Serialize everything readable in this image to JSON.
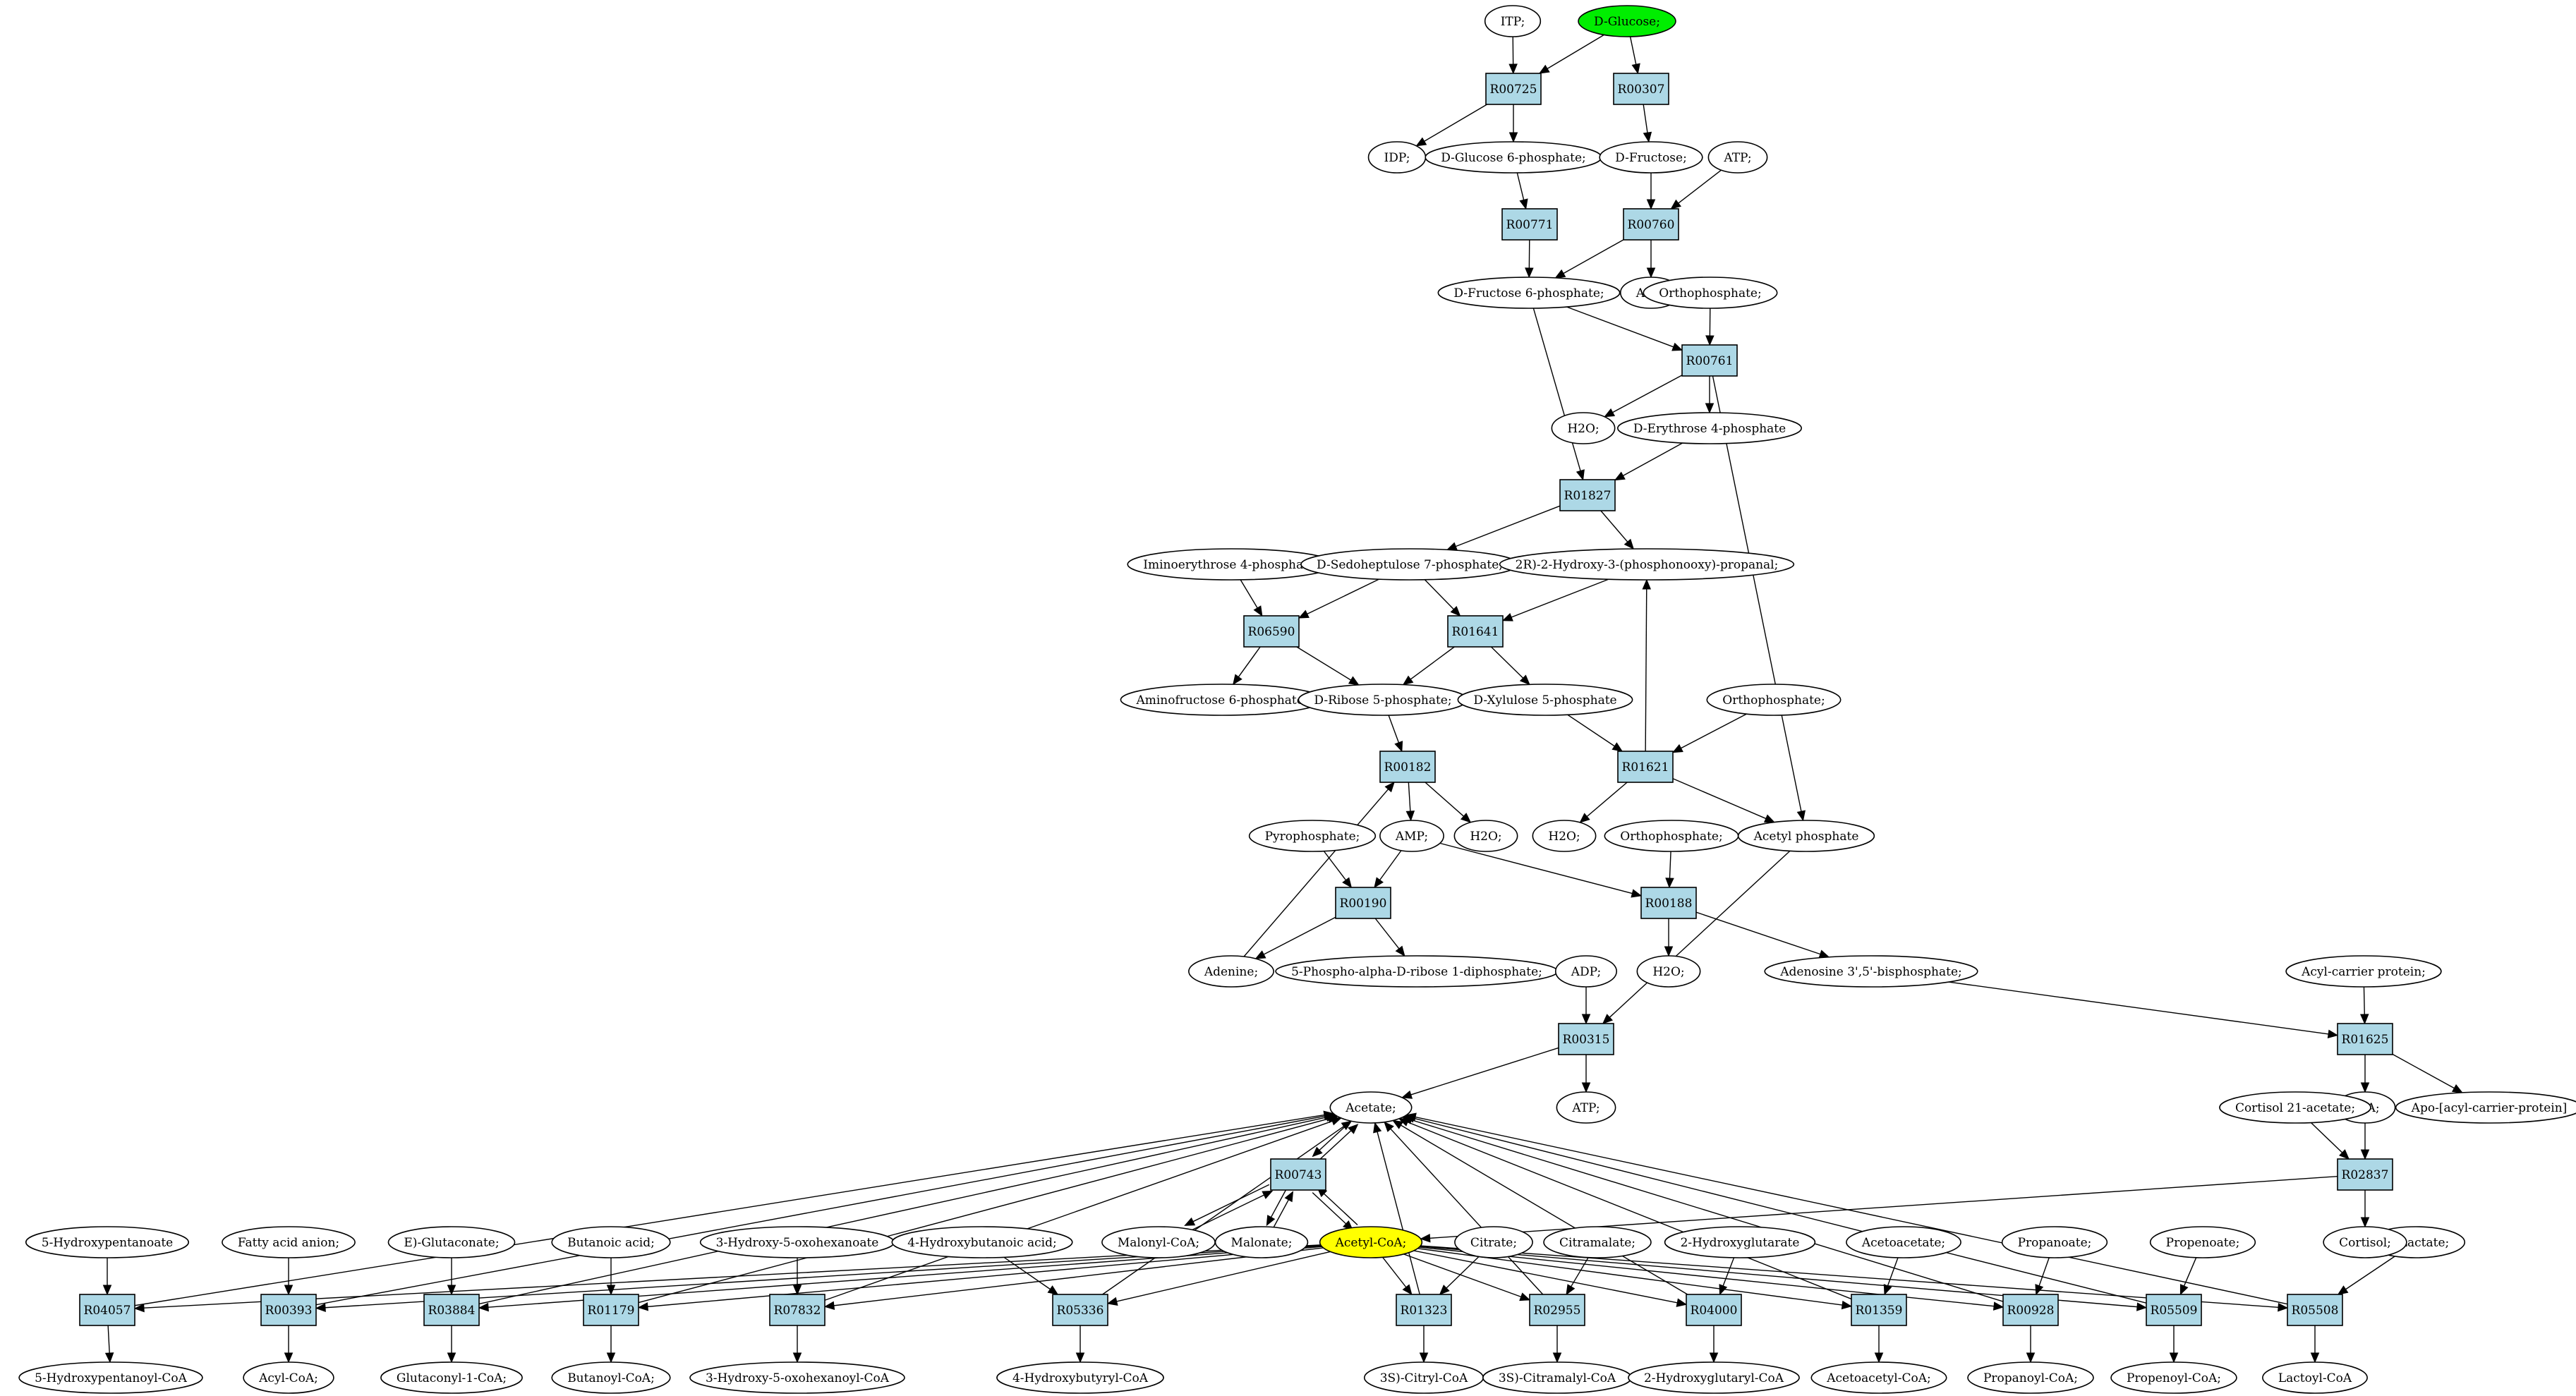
{
  "theme": {
    "reaction_fill": "#add8e6",
    "compound_fill": "#ffffff",
    "highlight_green": "#00ee00",
    "highlight_yellow": "#ffff00"
  },
  "reactions": [
    {
      "id": "R00725",
      "label": "R00725"
    },
    {
      "id": "R00307",
      "label": "R00307"
    },
    {
      "id": "R00771",
      "label": "R00771"
    },
    {
      "id": "R00760",
      "label": "R00760"
    },
    {
      "id": "R00761",
      "label": "R00761"
    },
    {
      "id": "R01827",
      "label": "R01827"
    },
    {
      "id": "R06590",
      "label": "R06590"
    },
    {
      "id": "R01641",
      "label": "R01641"
    },
    {
      "id": "R00182",
      "label": "R00182"
    },
    {
      "id": "R01621",
      "label": "R01621"
    },
    {
      "id": "R00190",
      "label": "R00190"
    },
    {
      "id": "R00188",
      "label": "R00188"
    },
    {
      "id": "R00315",
      "label": "R00315"
    },
    {
      "id": "R01625",
      "label": "R01625"
    },
    {
      "id": "R00743",
      "label": "R00743"
    },
    {
      "id": "R02837",
      "label": "R02837"
    },
    {
      "id": "R04057",
      "label": "R04057"
    },
    {
      "id": "R00393",
      "label": "R00393"
    },
    {
      "id": "R03884",
      "label": "R03884"
    },
    {
      "id": "R01179",
      "label": "R01179"
    },
    {
      "id": "R07832",
      "label": "R07832"
    },
    {
      "id": "R05336",
      "label": "R05336"
    },
    {
      "id": "R01323",
      "label": "R01323"
    },
    {
      "id": "R02955",
      "label": "R02955"
    },
    {
      "id": "R04000",
      "label": "R04000"
    },
    {
      "id": "R01359",
      "label": "R01359"
    },
    {
      "id": "R00928",
      "label": "R00928"
    },
    {
      "id": "R05509",
      "label": "R05509"
    },
    {
      "id": "R05508",
      "label": "R05508"
    }
  ],
  "compounds": [
    {
      "id": "itp",
      "label": "ITP;"
    },
    {
      "id": "glucose",
      "label": "D-Glucose;",
      "highlight": "green"
    },
    {
      "id": "idp",
      "label": "IDP;"
    },
    {
      "id": "g6p",
      "label": "D-Glucose 6-phosphate;"
    },
    {
      "id": "fructose",
      "label": "D-Fructose;"
    },
    {
      "id": "atp1",
      "label": "ATP;"
    },
    {
      "id": "f6p",
      "label": "D-Fructose 6-phosphate;"
    },
    {
      "id": "adp1",
      "label": "ADP;"
    },
    {
      "id": "ortho1",
      "label": "Orthophosphate;"
    },
    {
      "id": "h2o1",
      "label": "H2O;"
    },
    {
      "id": "e4p",
      "label": "D-Erythrose 4-phosphate"
    },
    {
      "id": "imino",
      "label": "Iminoerythrose 4-phosphate;"
    },
    {
      "id": "s7p",
      "label": "D-Sedoheptulose 7-phosphate;"
    },
    {
      "id": "hpp",
      "label": "2R)-2-Hydroxy-3-(phosphonooxy)-propanal;"
    },
    {
      "id": "aminofruc",
      "label": "Aminofructose 6-phosphate;"
    },
    {
      "id": "r5p",
      "label": "D-Ribose 5-phosphate;"
    },
    {
      "id": "x5p",
      "label": "D-Xylulose 5-phosphate"
    },
    {
      "id": "ortho2",
      "label": "Orthophosphate;"
    },
    {
      "id": "pyro",
      "label": "Pyrophosphate;"
    },
    {
      "id": "amp",
      "label": "AMP;"
    },
    {
      "id": "h2o2",
      "label": "H2O;"
    },
    {
      "id": "h2o3",
      "label": "H2O;"
    },
    {
      "id": "ortho3",
      "label": "Orthophosphate;"
    },
    {
      "id": "acetylp",
      "label": "Acetyl phosphate"
    },
    {
      "id": "adenine",
      "label": "Adenine;"
    },
    {
      "id": "prpp",
      "label": "5-Phospho-alpha-D-ribose 1-diphosphate;"
    },
    {
      "id": "adp2",
      "label": "ADP;"
    },
    {
      "id": "h2o4",
      "label": "H2O;"
    },
    {
      "id": "pap",
      "label": "Adenosine 3',5'-bisphosphate;"
    },
    {
      "id": "acp",
      "label": "Acyl-carrier protein;"
    },
    {
      "id": "acetate",
      "label": "Acetate;"
    },
    {
      "id": "atp2",
      "label": "ATP;"
    },
    {
      "id": "coa",
      "label": "CoA;"
    },
    {
      "id": "apoacp",
      "label": "Apo-[acyl-carrier-protein]"
    },
    {
      "id": "cortac",
      "label": "Cortisol 21-acetate;"
    },
    {
      "id": "hpent",
      "label": "5-Hydroxypentanoate"
    },
    {
      "id": "faa",
      "label": "Fatty acid anion;"
    },
    {
      "id": "glutac",
      "label": "E)-Glutaconate;"
    },
    {
      "id": "butac",
      "label": "Butanoic acid;"
    },
    {
      "id": "hox",
      "label": "3-Hydroxy-5-oxohexanoate"
    },
    {
      "id": "hbut",
      "label": "4-Hydroxybutanoic acid;"
    },
    {
      "id": "malcoa",
      "label": "Malonyl-CoA;"
    },
    {
      "id": "malonate",
      "label": "Malonate;"
    },
    {
      "id": "acetylcoa",
      "label": "Acetyl-CoA;",
      "highlight": "yellow"
    },
    {
      "id": "citrate",
      "label": "Citrate;"
    },
    {
      "id": "citramalate",
      "label": "Citramalate;"
    },
    {
      "id": "hglut",
      "label": "2-Hydroxyglutarate"
    },
    {
      "id": "acetoac",
      "label": "Acetoacetate;"
    },
    {
      "id": "propanoate",
      "label": "Propanoate;"
    },
    {
      "id": "propenoate",
      "label": "Propenoate;"
    },
    {
      "id": "lactate",
      "label": "S)-Lactate;"
    },
    {
      "id": "cortisol",
      "label": "Cortisol;"
    },
    {
      "id": "hpentcoa",
      "label": "5-Hydroxypentanoyl-CoA"
    },
    {
      "id": "acylcoa",
      "label": "Acyl-CoA;"
    },
    {
      "id": "glutcoa",
      "label": "Glutaconyl-1-CoA;"
    },
    {
      "id": "butcoa",
      "label": "Butanoyl-CoA;"
    },
    {
      "id": "hoxcoa",
      "label": "3-Hydroxy-5-oxohexanoyl-CoA"
    },
    {
      "id": "hbutcoa",
      "label": "4-Hydroxybutyryl-CoA"
    },
    {
      "id": "citrylcoa",
      "label": "3S)-Citryl-CoA"
    },
    {
      "id": "citramalylcoa",
      "label": "3S)-Citramalyl-CoA"
    },
    {
      "id": "hglutcoa",
      "label": "2-Hydroxyglutaryl-CoA"
    },
    {
      "id": "acetoaccoa",
      "label": "Acetoacetyl-CoA;"
    },
    {
      "id": "propcoa",
      "label": "Propanoyl-CoA;"
    },
    {
      "id": "propenoylcoa",
      "label": "Propenoyl-CoA;"
    },
    {
      "id": "lactoylcoa",
      "label": "Lactoyl-CoA"
    }
  ],
  "edges": [
    {
      "from": "itp",
      "to": "R00725"
    },
    {
      "from": "glucose",
      "to": "R00725"
    },
    {
      "from": "glucose",
      "to": "R00307"
    },
    {
      "from": "R00725",
      "to": "idp"
    },
    {
      "from": "R00725",
      "to": "g6p"
    },
    {
      "from": "R00307",
      "to": "fructose"
    },
    {
      "from": "g6p",
      "to": "R00771"
    },
    {
      "from": "fructose",
      "to": "R00760"
    },
    {
      "from": "atp1",
      "to": "R00760"
    },
    {
      "from": "R00771",
      "to": "f6p"
    },
    {
      "from": "R00760",
      "to": "f6p"
    },
    {
      "from": "R00760",
      "to": "adp1"
    },
    {
      "from": "f6p",
      "to": "R00761"
    },
    {
      "from": "ortho1",
      "to": "R00761"
    },
    {
      "from": "f6p",
      "to": "R01827"
    },
    {
      "from": "R00761",
      "to": "h2o1"
    },
    {
      "from": "R00761",
      "to": "e4p"
    },
    {
      "from": "R00761",
      "to": "acetylp"
    },
    {
      "from": "e4p",
      "to": "R01827"
    },
    {
      "from": "R01827",
      "to": "s7p"
    },
    {
      "from": "R01827",
      "to": "hpp"
    },
    {
      "from": "imino",
      "to": "R06590"
    },
    {
      "from": "s7p",
      "to": "R06590"
    },
    {
      "from": "s7p",
      "to": "R01641"
    },
    {
      "from": "hpp",
      "to": "R01641"
    },
    {
      "from": "R06590",
      "to": "aminofruc"
    },
    {
      "from": "R06590",
      "to": "r5p"
    },
    {
      "from": "R01641",
      "to": "r5p"
    },
    {
      "from": "R01641",
      "to": "x5p"
    },
    {
      "from": "R01621",
      "to": "hpp"
    },
    {
      "from": "x5p",
      "to": "R01621"
    },
    {
      "from": "ortho2",
      "to": "R01621"
    },
    {
      "from": "r5p",
      "to": "R00182"
    },
    {
      "from": "adenine",
      "to": "R00182"
    },
    {
      "from": "R00182",
      "to": "amp"
    },
    {
      "from": "R00182",
      "to": "h2o2"
    },
    {
      "from": "R01621",
      "to": "h2o3"
    },
    {
      "from": "R01621",
      "to": "acetylp"
    },
    {
      "from": "pyro",
      "to": "R00190"
    },
    {
      "from": "amp",
      "to": "R00190"
    },
    {
      "from": "amp",
      "to": "R00188"
    },
    {
      "from": "ortho3",
      "to": "R00188"
    },
    {
      "from": "R00190",
      "to": "adenine"
    },
    {
      "from": "R00190",
      "to": "prpp"
    },
    {
      "from": "R00188",
      "to": "h2o4"
    },
    {
      "from": "R00188",
      "to": "pap"
    },
    {
      "from": "adp2",
      "to": "R00315"
    },
    {
      "from": "acetylp",
      "to": "R00315"
    },
    {
      "from": "pap",
      "to": "R01625"
    },
    {
      "from": "acp",
      "to": "R01625"
    },
    {
      "from": "R00315",
      "to": "acetate"
    },
    {
      "from": "R00315",
      "to": "atp2"
    },
    {
      "from": "R01625",
      "to": "coa"
    },
    {
      "from": "R01625",
      "to": "apoacp"
    },
    {
      "from": "coa",
      "to": "R02837"
    },
    {
      "from": "cortac",
      "to": "R02837"
    },
    {
      "from": "R02837",
      "to": "acetylcoa"
    },
    {
      "from": "R02837",
      "to": "cortisol"
    },
    {
      "from": "acetate",
      "to": "R00743"
    },
    {
      "from": "malcoa",
      "to": "R00743"
    },
    {
      "from": "R00743",
      "to": "malcoa"
    },
    {
      "from": "malonate",
      "to": "R00743"
    },
    {
      "from": "R00743",
      "to": "malonate"
    },
    {
      "from": "acetylcoa",
      "to": "R00743"
    },
    {
      "from": "R00743",
      "to": "acetylcoa"
    },
    {
      "from": "R00743",
      "to": "acetate"
    },
    {
      "from": "hpent",
      "to": "R04057"
    },
    {
      "from": "faa",
      "to": "R00393"
    },
    {
      "from": "glutac",
      "to": "R03884"
    },
    {
      "from": "butac",
      "to": "R01179"
    },
    {
      "from": "hox",
      "to": "R07832"
    },
    {
      "from": "hbut",
      "to": "R05336"
    },
    {
      "from": "citrate",
      "to": "R01323"
    },
    {
      "from": "citramalate",
      "to": "R02955"
    },
    {
      "from": "hglut",
      "to": "R04000"
    },
    {
      "from": "acetoac",
      "to": "R01359"
    },
    {
      "from": "propanoate",
      "to": "R00928"
    },
    {
      "from": "propenoate",
      "to": "R05509"
    },
    {
      "from": "lactate",
      "to": "R05508"
    },
    {
      "from": "acetylcoa",
      "to": "R04057"
    },
    {
      "from": "acetylcoa",
      "to": "R00393"
    },
    {
      "from": "acetylcoa",
      "to": "R03884"
    },
    {
      "from": "acetylcoa",
      "to": "R01179"
    },
    {
      "from": "acetylcoa",
      "to": "R07832"
    },
    {
      "from": "acetylcoa",
      "to": "R05336"
    },
    {
      "from": "acetylcoa",
      "to": "R01323"
    },
    {
      "from": "acetylcoa",
      "to": "R02955"
    },
    {
      "from": "acetylcoa",
      "to": "R04000"
    },
    {
      "from": "acetylcoa",
      "to": "R01359"
    },
    {
      "from": "acetylcoa",
      "to": "R00928"
    },
    {
      "from": "acetylcoa",
      "to": "R05509"
    },
    {
      "from": "acetylcoa",
      "to": "R05508"
    },
    {
      "from": "R04057",
      "to": "acetate"
    },
    {
      "from": "R00393",
      "to": "acetate"
    },
    {
      "from": "R03884",
      "to": "acetate"
    },
    {
      "from": "R01179",
      "to": "acetate"
    },
    {
      "from": "R07832",
      "to": "acetate"
    },
    {
      "from": "R05336",
      "to": "acetate"
    },
    {
      "from": "R01323",
      "to": "acetate"
    },
    {
      "from": "R02955",
      "to": "acetate"
    },
    {
      "from": "R04000",
      "to": "acetate"
    },
    {
      "from": "R01359",
      "to": "acetate"
    },
    {
      "from": "R00928",
      "to": "acetate"
    },
    {
      "from": "R05509",
      "to": "acetate"
    },
    {
      "from": "R05508",
      "to": "acetate"
    },
    {
      "from": "R04057",
      "to": "hpentcoa"
    },
    {
      "from": "R00393",
      "to": "acylcoa"
    },
    {
      "from": "R03884",
      "to": "glutcoa"
    },
    {
      "from": "R01179",
      "to": "butcoa"
    },
    {
      "from": "R07832",
      "to": "hoxcoa"
    },
    {
      "from": "R05336",
      "to": "hbutcoa"
    },
    {
      "from": "R01323",
      "to": "citrylcoa"
    },
    {
      "from": "R02955",
      "to": "citramalylcoa"
    },
    {
      "from": "R04000",
      "to": "hglutcoa"
    },
    {
      "from": "R01359",
      "to": "acetoaccoa"
    },
    {
      "from": "R00928",
      "to": "propcoa"
    },
    {
      "from": "R05509",
      "to": "propenoylcoa"
    },
    {
      "from": "R05508",
      "to": "lactoylcoa"
    }
  ]
}
